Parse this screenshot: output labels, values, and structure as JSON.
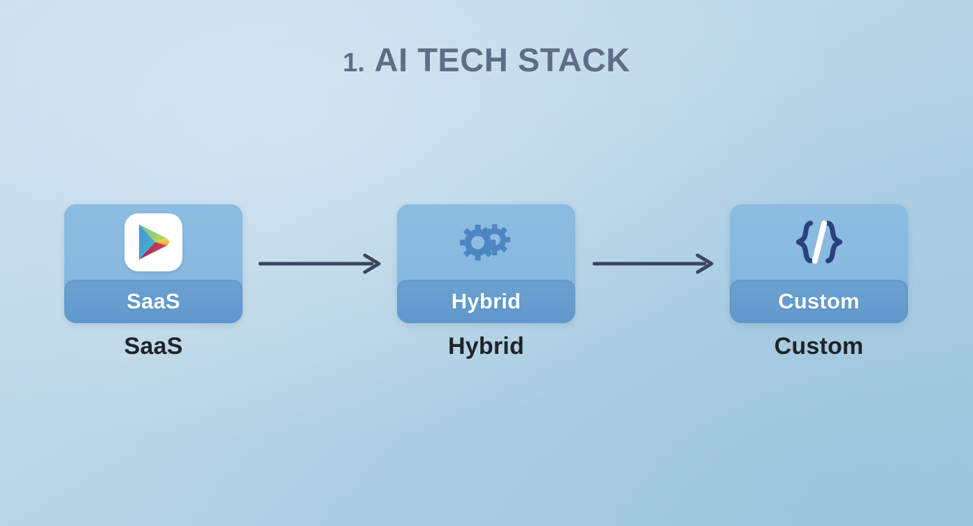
{
  "slide": {
    "title_number": "1.",
    "title_text": "AI TECH STACK",
    "title_color": "#5d6e85",
    "background_from": "#c6dcea",
    "background_to": "#a4c9e0"
  },
  "flow": {
    "steps": [
      {
        "card_label": "SaaS",
        "caption": "SaaS",
        "icon": "google-play-icon",
        "card_top_color": "#8dbce1",
        "card_band_color": "#6598cb"
      },
      {
        "card_label": "Hybrid",
        "caption": "Hybrid",
        "icon": "gears-icon",
        "card_top_color": "#8dbce1",
        "card_band_color": "#6598cb"
      },
      {
        "card_label": "Custom",
        "caption": "Custom",
        "icon": "code-braces-icon",
        "card_top_color": "#8dbce1",
        "card_band_color": "#6598cb"
      }
    ],
    "connectors": [
      {
        "name": "arrow-saas-to-hybrid",
        "direction": "right",
        "color": "#3a4560"
      },
      {
        "name": "arrow-hybrid-to-custom",
        "direction": "right",
        "color": "#3a4560"
      }
    ]
  }
}
